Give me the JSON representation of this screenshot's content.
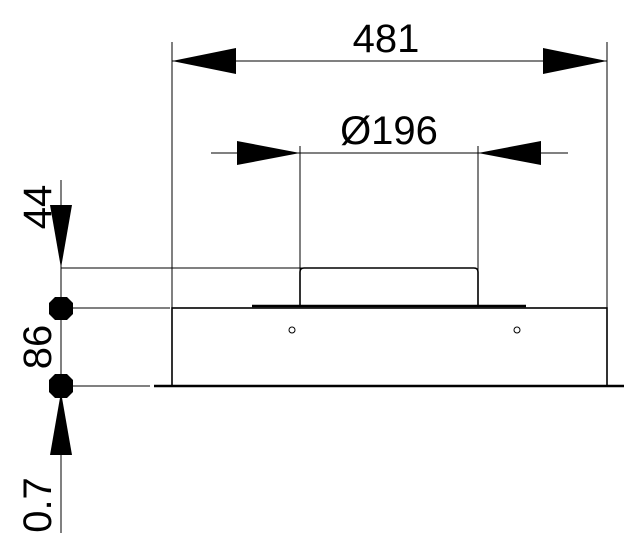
{
  "dimensions": {
    "overall_width": "481",
    "collar_diameter": "Ø196",
    "collar_height": "44",
    "body_height": "86",
    "flange_thickness": "0.7"
  },
  "colors": {
    "line": "#000000",
    "background": "#ffffff"
  }
}
